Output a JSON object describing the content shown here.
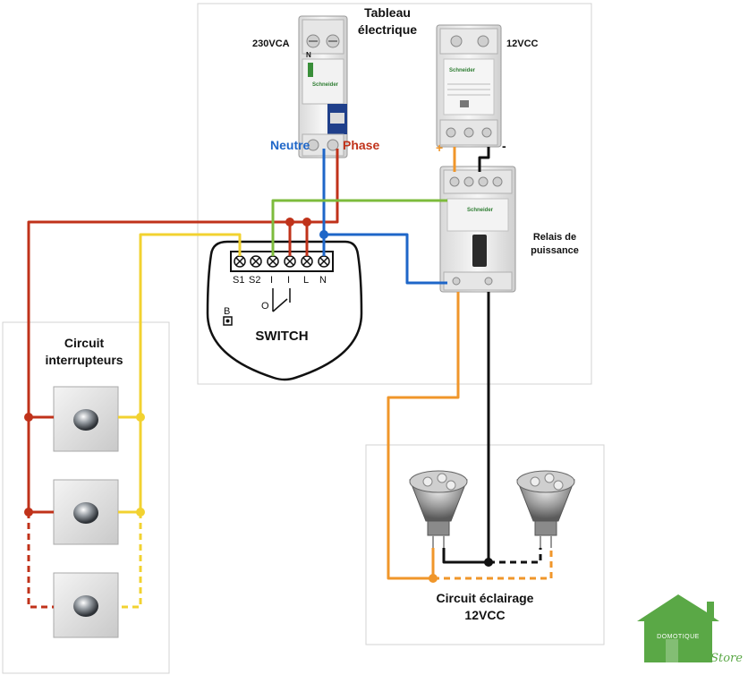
{
  "panel": {
    "title_line1": "Tableau",
    "title_line2": "électrique",
    "breaker_voltage": "230VCA",
    "psu_voltage": "12VCC",
    "neutre": "Neutre",
    "phase": "Phase",
    "plus": "+",
    "minus": "-",
    "relay_line1": "Relais de",
    "relay_line2": "puissance",
    "breaker_top_mark": "N",
    "brand": "Schneider"
  },
  "module": {
    "name": "SWITCH",
    "terminals": [
      "S1",
      "S2",
      "I",
      "I",
      "L",
      "N"
    ],
    "output_label": "O",
    "button_label": "B"
  },
  "switches_box": {
    "title_line1": "Circuit",
    "title_line2": "interrupteurs"
  },
  "lighting_box": {
    "title_line1": "Circuit éclairage",
    "title_line2": "12VCC"
  },
  "logo": {
    "name": "DOMOTIQUE",
    "tagline": "Store"
  },
  "colors": {
    "phase": "#c0321a",
    "neutre": "#1e66c8",
    "switched": "#f2d230",
    "control": "#7dbb3c",
    "positive": "#f0962a",
    "negative": "#111111",
    "logo": "#5aa846"
  }
}
